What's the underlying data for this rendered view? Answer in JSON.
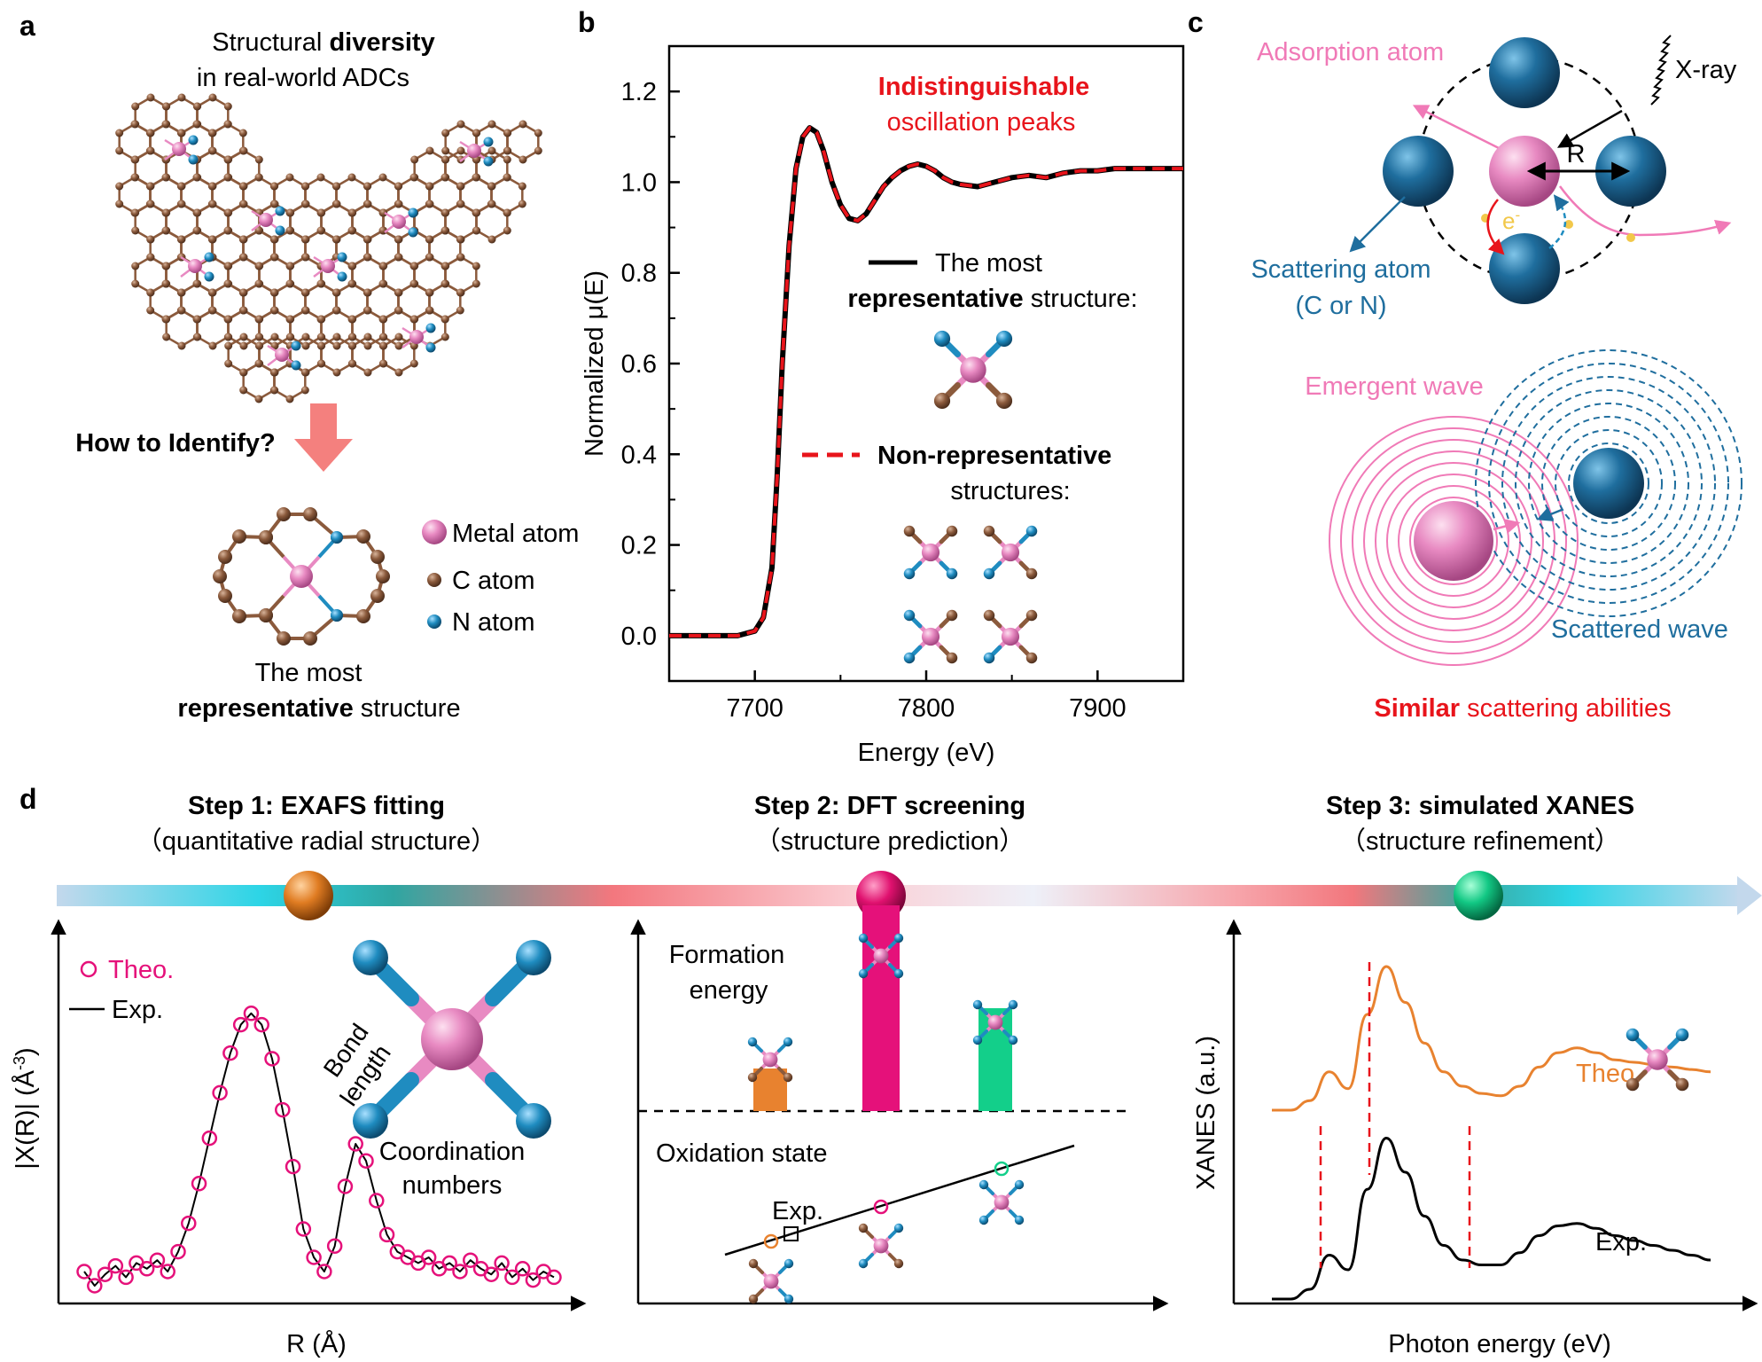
{
  "panel_labels": {
    "a": "a",
    "b": "b",
    "c": "c",
    "d": "d"
  },
  "colors": {
    "metal": "#e37bb8",
    "carbon": "#8b5a3c",
    "nitrogen": "#1f8cc0",
    "scatter_blue": "#1f6e9e",
    "red": "#e8141b",
    "pink_line": "#f07ab7",
    "orange": "#e8822f",
    "magenta": "#e5117a",
    "green": "#13cf8a",
    "arrow_salmon": "#f4807e"
  },
  "panel_a": {
    "title_prefix": "Structural ",
    "title_bold": "diversity",
    "title_line2": "in real-world ADCs",
    "question": "How to Identify?",
    "legend": [
      {
        "icon": "metal-atom-icon",
        "label": "Metal atom"
      },
      {
        "icon": "carbon-atom-icon",
        "label": "C atom"
      },
      {
        "icon": "nitrogen-atom-icon",
        "label": "N atom"
      }
    ],
    "caption_line1": "The most",
    "caption_bold": "representative",
    "caption_rest": " structure"
  },
  "panel_b": {
    "heading_bold": "Indistinguishable",
    "heading_line2": "oscillation peaks",
    "legend_solid_line1": "The most",
    "legend_solid_bold": "representative",
    "legend_solid_rest": " structure:",
    "legend_dashed_bold": "Non-representative",
    "legend_dashed_line2": "structures:"
  },
  "panel_c": {
    "adsorption_atom": "Adsorption atom",
    "xray": "X-ray",
    "r_label": "R",
    "electron": "e",
    "electron_sup": "-",
    "scattering_atom": "Scattering atom",
    "scattering_atom_sub": "(C or N)",
    "emergent_wave": "Emergent wave",
    "scattered_wave": "Scattered wave",
    "similar_bold": "Similar",
    "similar_rest": " scattering abilities"
  },
  "panel_d": {
    "step1_title": "Step 1: EXAFS fitting",
    "step1_sub": "（quantitative radial structure）",
    "step2_title": "Step 2: DFT screening",
    "step2_sub": "（structure prediction）",
    "step3_title": "Step 3: simulated XANES",
    "step3_sub": "（structure refinement）",
    "exafs": {
      "legend_theo": "Theo.",
      "legend_exp": "Exp.",
      "bond_length_1": "Bond",
      "bond_length_2": "length",
      "coord_1": "Coordination",
      "coord_2": "numbers",
      "ylabel": "|X(R)| (Å",
      "ylabel_sup": "-3",
      "ylabel_end": ")",
      "xlabel": "R (Å)"
    },
    "dft": {
      "formation_1": "Formation",
      "formation_2": "energy",
      "oxidation": "Oxidation state",
      "exp": "Exp."
    },
    "xanes": {
      "theo": "Theo.",
      "exp": "Exp.",
      "ylabel": "XANES (a.u.)",
      "xlabel": "Photon energy (eV)"
    }
  },
  "chart_data": [
    {
      "type": "line",
      "panel": "b",
      "xlabel": "Energy (eV)",
      "ylabel": "Normalized μ(E)",
      "xlim": [
        7650,
        7950
      ],
      "ylim": [
        -0.1,
        1.3
      ],
      "xticks": [
        7700,
        7800,
        7900
      ],
      "yticks": [
        0.0,
        0.2,
        0.4,
        0.6,
        0.8,
        1.0,
        1.2
      ],
      "series": [
        {
          "style": "solid-black",
          "x": [
            7650,
            7690,
            7700,
            7705,
            7710,
            7713,
            7716,
            7720,
            7724,
            7728,
            7732,
            7736,
            7740,
            7745,
            7750,
            7755,
            7760,
            7765,
            7770,
            7775,
            7780,
            7785,
            7790,
            7795,
            7800,
            7805,
            7810,
            7815,
            7820,
            7830,
            7840,
            7850,
            7860,
            7870,
            7880,
            7890,
            7900,
            7910,
            7920,
            7930,
            7940,
            7950
          ],
          "y": [
            0.0,
            0.0,
            0.01,
            0.04,
            0.15,
            0.35,
            0.6,
            0.86,
            1.03,
            1.1,
            1.12,
            1.11,
            1.07,
            1.0,
            0.95,
            0.92,
            0.915,
            0.93,
            0.96,
            0.99,
            1.01,
            1.025,
            1.035,
            1.04,
            1.035,
            1.025,
            1.01,
            1.0,
            0.995,
            0.99,
            1.0,
            1.01,
            1.015,
            1.01,
            1.02,
            1.025,
            1.025,
            1.03,
            1.03,
            1.03,
            1.03,
            1.03
          ]
        },
        {
          "style": "dashed-red",
          "x": [
            7650,
            7690,
            7700,
            7705,
            7710,
            7713,
            7716,
            7720,
            7724,
            7728,
            7732,
            7736,
            7740,
            7745,
            7750,
            7755,
            7760,
            7765,
            7770,
            7775,
            7780,
            7785,
            7790,
            7795,
            7800,
            7805,
            7810,
            7815,
            7820,
            7830,
            7840,
            7850,
            7860,
            7870,
            7880,
            7890,
            7900,
            7910,
            7920,
            7930,
            7940,
            7950
          ],
          "y": [
            0.0,
            0.0,
            0.01,
            0.04,
            0.15,
            0.35,
            0.6,
            0.86,
            1.03,
            1.1,
            1.12,
            1.11,
            1.07,
            1.0,
            0.95,
            0.92,
            0.915,
            0.93,
            0.96,
            0.99,
            1.01,
            1.025,
            1.035,
            1.04,
            1.035,
            1.025,
            1.01,
            1.0,
            0.995,
            0.99,
            1.0,
            1.01,
            1.015,
            1.01,
            1.02,
            1.025,
            1.025,
            1.03,
            1.03,
            1.03,
            1.03,
            1.03
          ]
        }
      ]
    },
    {
      "type": "scatter",
      "panel": "d-exafs",
      "xlabel": "R (Å)",
      "series": [
        {
          "name": "Theo.",
          "values": [
            0.05,
            0.0,
            0.04,
            0.07,
            0.03,
            0.08,
            0.06,
            0.09,
            0.05,
            0.12,
            0.22,
            0.36,
            0.52,
            0.68,
            0.82,
            0.92,
            0.96,
            0.92,
            0.8,
            0.62,
            0.42,
            0.2,
            0.1,
            0.05,
            0.14,
            0.35,
            0.5,
            0.44,
            0.3,
            0.18,
            0.12,
            0.1,
            0.08,
            0.1,
            0.06,
            0.08,
            0.05,
            0.09,
            0.06,
            0.04,
            0.08,
            0.03,
            0.06,
            0.02,
            0.05,
            0.03
          ]
        },
        {
          "name": "Exp.",
          "values": [
            0.05,
            0.0,
            0.04,
            0.07,
            0.03,
            0.08,
            0.06,
            0.09,
            0.05,
            0.12,
            0.22,
            0.36,
            0.52,
            0.68,
            0.82,
            0.92,
            0.96,
            0.92,
            0.8,
            0.62,
            0.42,
            0.2,
            0.1,
            0.05,
            0.14,
            0.35,
            0.5,
            0.44,
            0.3,
            0.18,
            0.12,
            0.1,
            0.08,
            0.1,
            0.06,
            0.08,
            0.05,
            0.09,
            0.06,
            0.04,
            0.08,
            0.03,
            0.06,
            0.02,
            0.05,
            0.03
          ]
        }
      ]
    },
    {
      "type": "bar",
      "panel": "d-dft-formation",
      "values": [
        0.12,
        0.58,
        0.29
      ]
    },
    {
      "type": "line",
      "panel": "d-xanes",
      "xlabel": "Photon energy (eV)",
      "ylabel": "XANES (a.u.)",
      "series": [
        {
          "name": "Theo.",
          "values": [
            0.4,
            0.4,
            0.44,
            0.56,
            0.49,
            0.8,
            1.0,
            0.85,
            0.68,
            0.56,
            0.5,
            0.47,
            0.46,
            0.5,
            0.58,
            0.64,
            0.66,
            0.64,
            0.61,
            0.6,
            0.59,
            0.58,
            0.57,
            0.56
          ]
        },
        {
          "name": "Exp.",
          "values": [
            0.0,
            0.0,
            0.04,
            0.18,
            0.12,
            0.45,
            0.66,
            0.52,
            0.34,
            0.22,
            0.16,
            0.14,
            0.14,
            0.19,
            0.26,
            0.3,
            0.31,
            0.29,
            0.26,
            0.24,
            0.22,
            0.2,
            0.18,
            0.16
          ]
        }
      ]
    }
  ]
}
